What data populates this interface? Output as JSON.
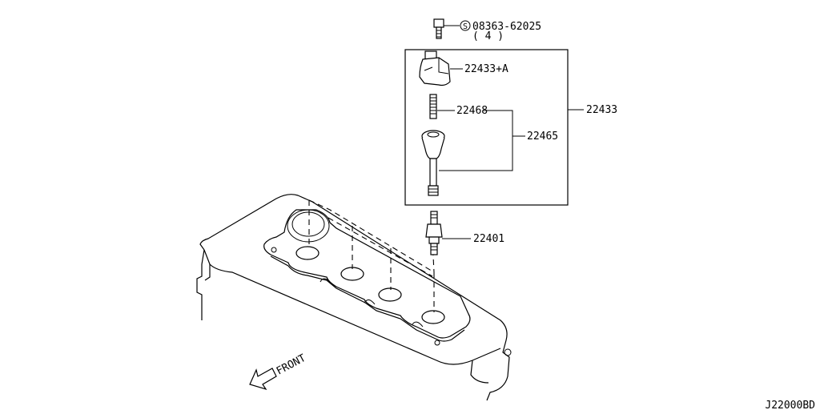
{
  "callouts": {
    "bolt_symbol": "S",
    "bolt_part": "08363-62025",
    "bolt_qty": "( 4 )",
    "coil_top": "22433+A",
    "spring": "22468",
    "boot_assembly": "22465",
    "coil_assembly": "22433",
    "spark_plug": "22401",
    "front": "FRONT"
  },
  "footer": {
    "diagram_code": "J22000BD"
  }
}
